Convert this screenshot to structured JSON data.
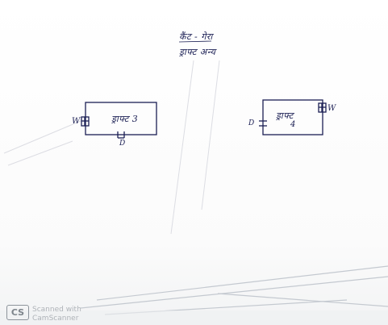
{
  "page": {
    "heading_line1": "कैंट - गेरा",
    "heading_line2": "ड्राफ्ट अन्य"
  },
  "room_left": {
    "label": "ड्राफ्ट 3",
    "w_mark": "W",
    "d_mark": "D"
  },
  "room_right": {
    "label_line1": "ड्राफ्ट",
    "label_line2": "4",
    "d_mark": "D",
    "w_mark": "W"
  },
  "watermark": {
    "logo": "CS",
    "line1": "Scanned with",
    "line2": "CamScanner"
  },
  "colors": {
    "ink": "#1b1f54",
    "paper": "#ffffff",
    "watermark": "#8d949b"
  }
}
